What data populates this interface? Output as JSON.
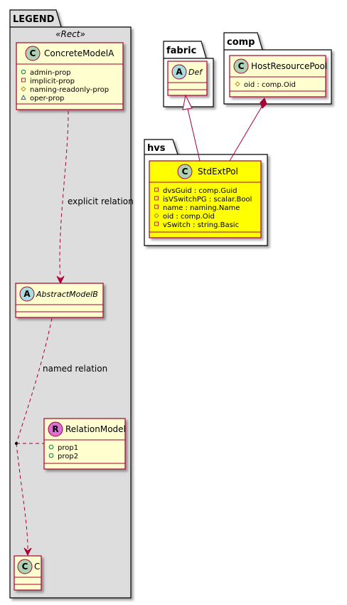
{
  "packages": {
    "legend": {
      "title": "LEGEND",
      "stereotype": "«Rect»"
    },
    "fabric": {
      "title": "fabric"
    },
    "comp": {
      "title": "comp"
    },
    "hvs": {
      "title": "hvs"
    }
  },
  "classes": {
    "concrete_model_a": {
      "kind_letter": "C",
      "name": "ConcreteModelA",
      "attributes": [
        {
          "marker": "+",
          "text": "admin-prop"
        },
        {
          "marker": "-",
          "text": "implicit-prop"
        },
        {
          "marker": "#",
          "text": "naming-readonly-prop"
        },
        {
          "marker": "~",
          "text": "oper-prop"
        }
      ]
    },
    "abstract_model_b": {
      "kind_letter": "A",
      "name": "AbstractModelB"
    },
    "relation_model": {
      "kind_letter": "R",
      "name": "RelationModel",
      "attributes": [
        {
          "marker": "+",
          "text": "prop1"
        },
        {
          "marker": "+",
          "text": "prop2"
        }
      ]
    },
    "c": {
      "kind_letter": "C",
      "name": "C"
    },
    "def": {
      "kind_letter": "A",
      "name": "Def"
    },
    "host_resource_pool": {
      "kind_letter": "C",
      "name": "HostResourcePool",
      "attributes": [
        {
          "marker": "#",
          "text": "oid : comp.Oid"
        }
      ]
    },
    "std_ext_pol": {
      "kind_letter": "C",
      "name": "StdExtPol",
      "attributes": [
        {
          "marker": "-",
          "text": "dvsGuid : comp.Guid"
        },
        {
          "marker": "-",
          "text": "isVSwitchPG : scalar.Bool"
        },
        {
          "marker": "-",
          "text": "name : naming.Name"
        },
        {
          "marker": "#",
          "text": "oid : comp.Oid"
        },
        {
          "marker": "-",
          "text": "vSwitch : string.Basic"
        }
      ]
    }
  },
  "edges": {
    "explicit": {
      "label": "explicit relation"
    },
    "named": {
      "label": "named relation"
    }
  },
  "colors": {
    "class_fill": "#FEFECE",
    "class_border": "#A80036",
    "highlight_fill": "#FFFF00",
    "legend_fill": "#DDDDDD",
    "circle_c": "#ADD1B2",
    "circle_a": "#A9DCDF",
    "circle_r": "#DA70D6"
  }
}
